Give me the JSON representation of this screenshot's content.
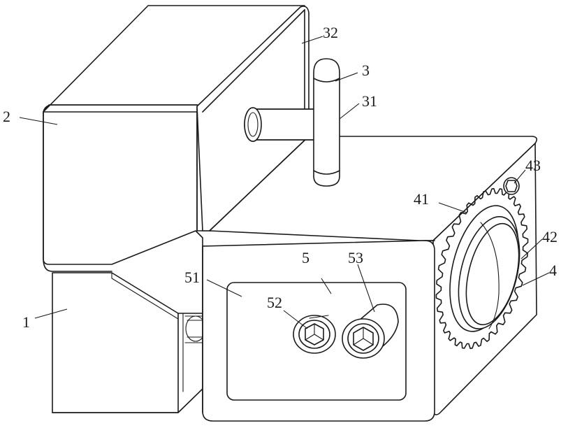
{
  "labels": {
    "l1": "1",
    "l2": "2",
    "l3": "3",
    "l31": "31",
    "l32": "32",
    "l4": "4",
    "l41": "41",
    "l42": "42",
    "l43": "43",
    "l5": "5",
    "l51": "51",
    "l52": "52",
    "l53": "53"
  }
}
